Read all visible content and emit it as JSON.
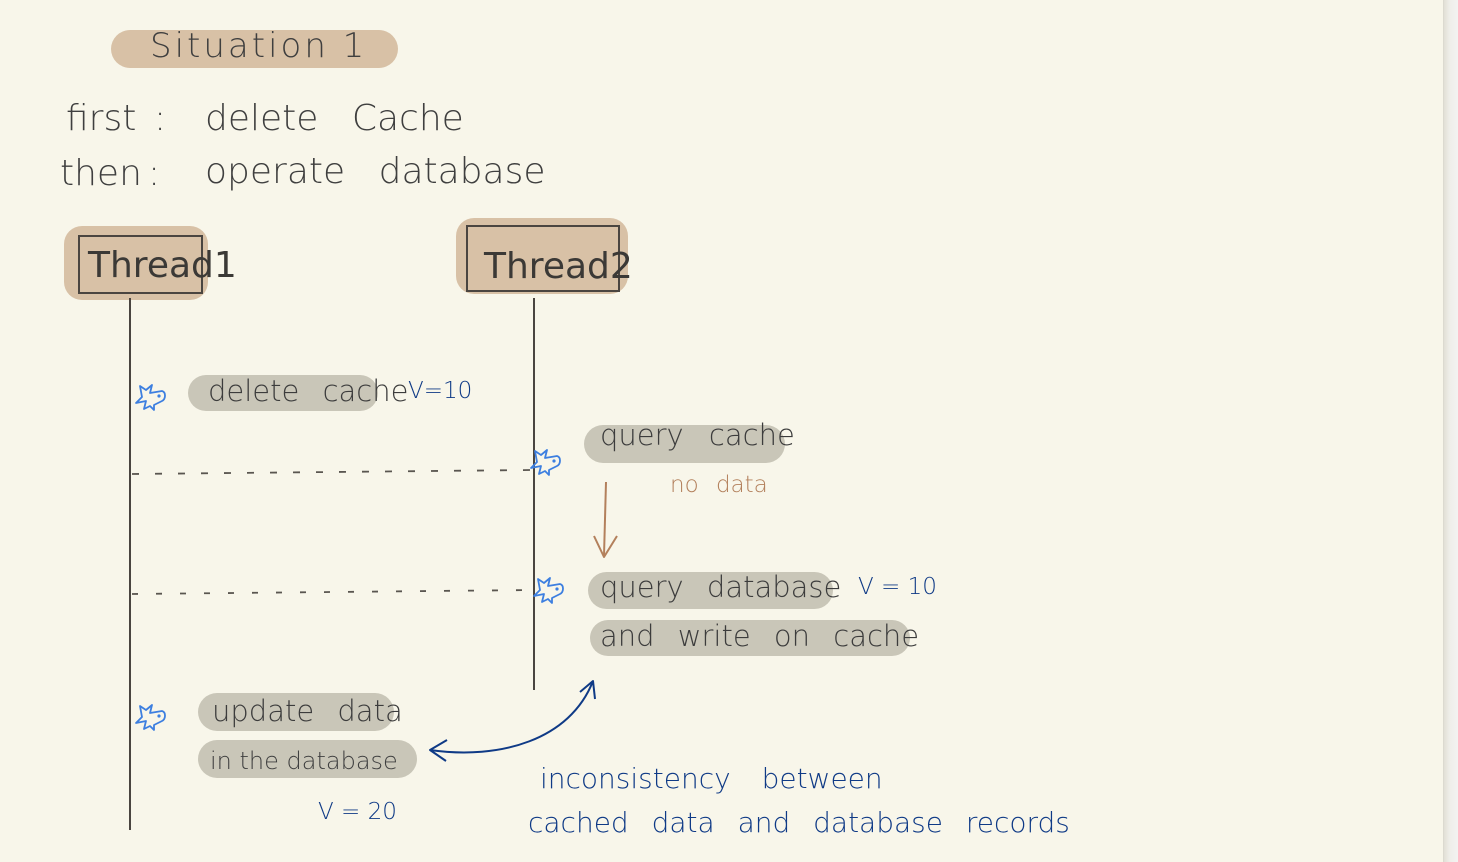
{
  "title": "Situation 1",
  "strategy": {
    "first_label": "first",
    "first_action": "delete Cache",
    "then_label": "then",
    "then_action": "operate database",
    "separator": ":"
  },
  "threads": {
    "thread1": "Thread1",
    "thread2": "Thread2"
  },
  "steps": {
    "t1_delete_cache": "delete cache",
    "t1_delete_cache_value": "V=10",
    "t2_query_cache": "query cache",
    "t2_no_data": "no data",
    "t2_query_db": "query database",
    "t2_query_db_value": "V = 10",
    "t2_write_cache": "and write on cache",
    "t1_update_line1": "update data",
    "t1_update_line2": "in the database",
    "t1_update_value": "V = 20"
  },
  "annotation": {
    "line1": "inconsistency between",
    "line2": "cached data and database records"
  },
  "colors": {
    "background": "#f8f6ea",
    "highlight_tan": "#d8c1a6",
    "highlight_gray": "#c9c6b8",
    "ink_dark": "#3f3f3f",
    "ink_blue": "#0f3a86",
    "ink_brown": "#b3805c",
    "bird_icon": "#3d7fe0"
  },
  "icons": [
    "bird-doodle-icon",
    "down-arrow-icon",
    "curved-double-arrow-icon"
  ]
}
